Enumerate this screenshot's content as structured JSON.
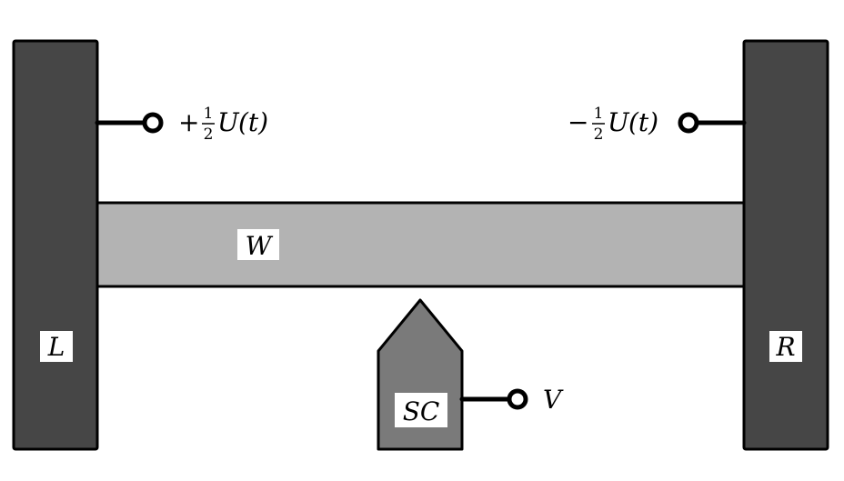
{
  "colors": {
    "lead": "#464646",
    "wire": "#b3b3b3",
    "sc": "#7a7a7a",
    "outline": "#000000"
  },
  "labels": {
    "left_lead": "L",
    "right_lead": "R",
    "wire": "W",
    "superconductor": "SC"
  },
  "terminals": {
    "left": {
      "sign": "+",
      "num": "1",
      "den": "2",
      "symbol": "U",
      "arg": "(t)"
    },
    "right": {
      "sign": "−",
      "num": "1",
      "den": "2",
      "symbol": "U",
      "arg": "(t)"
    },
    "gate": {
      "symbol": "V"
    }
  }
}
